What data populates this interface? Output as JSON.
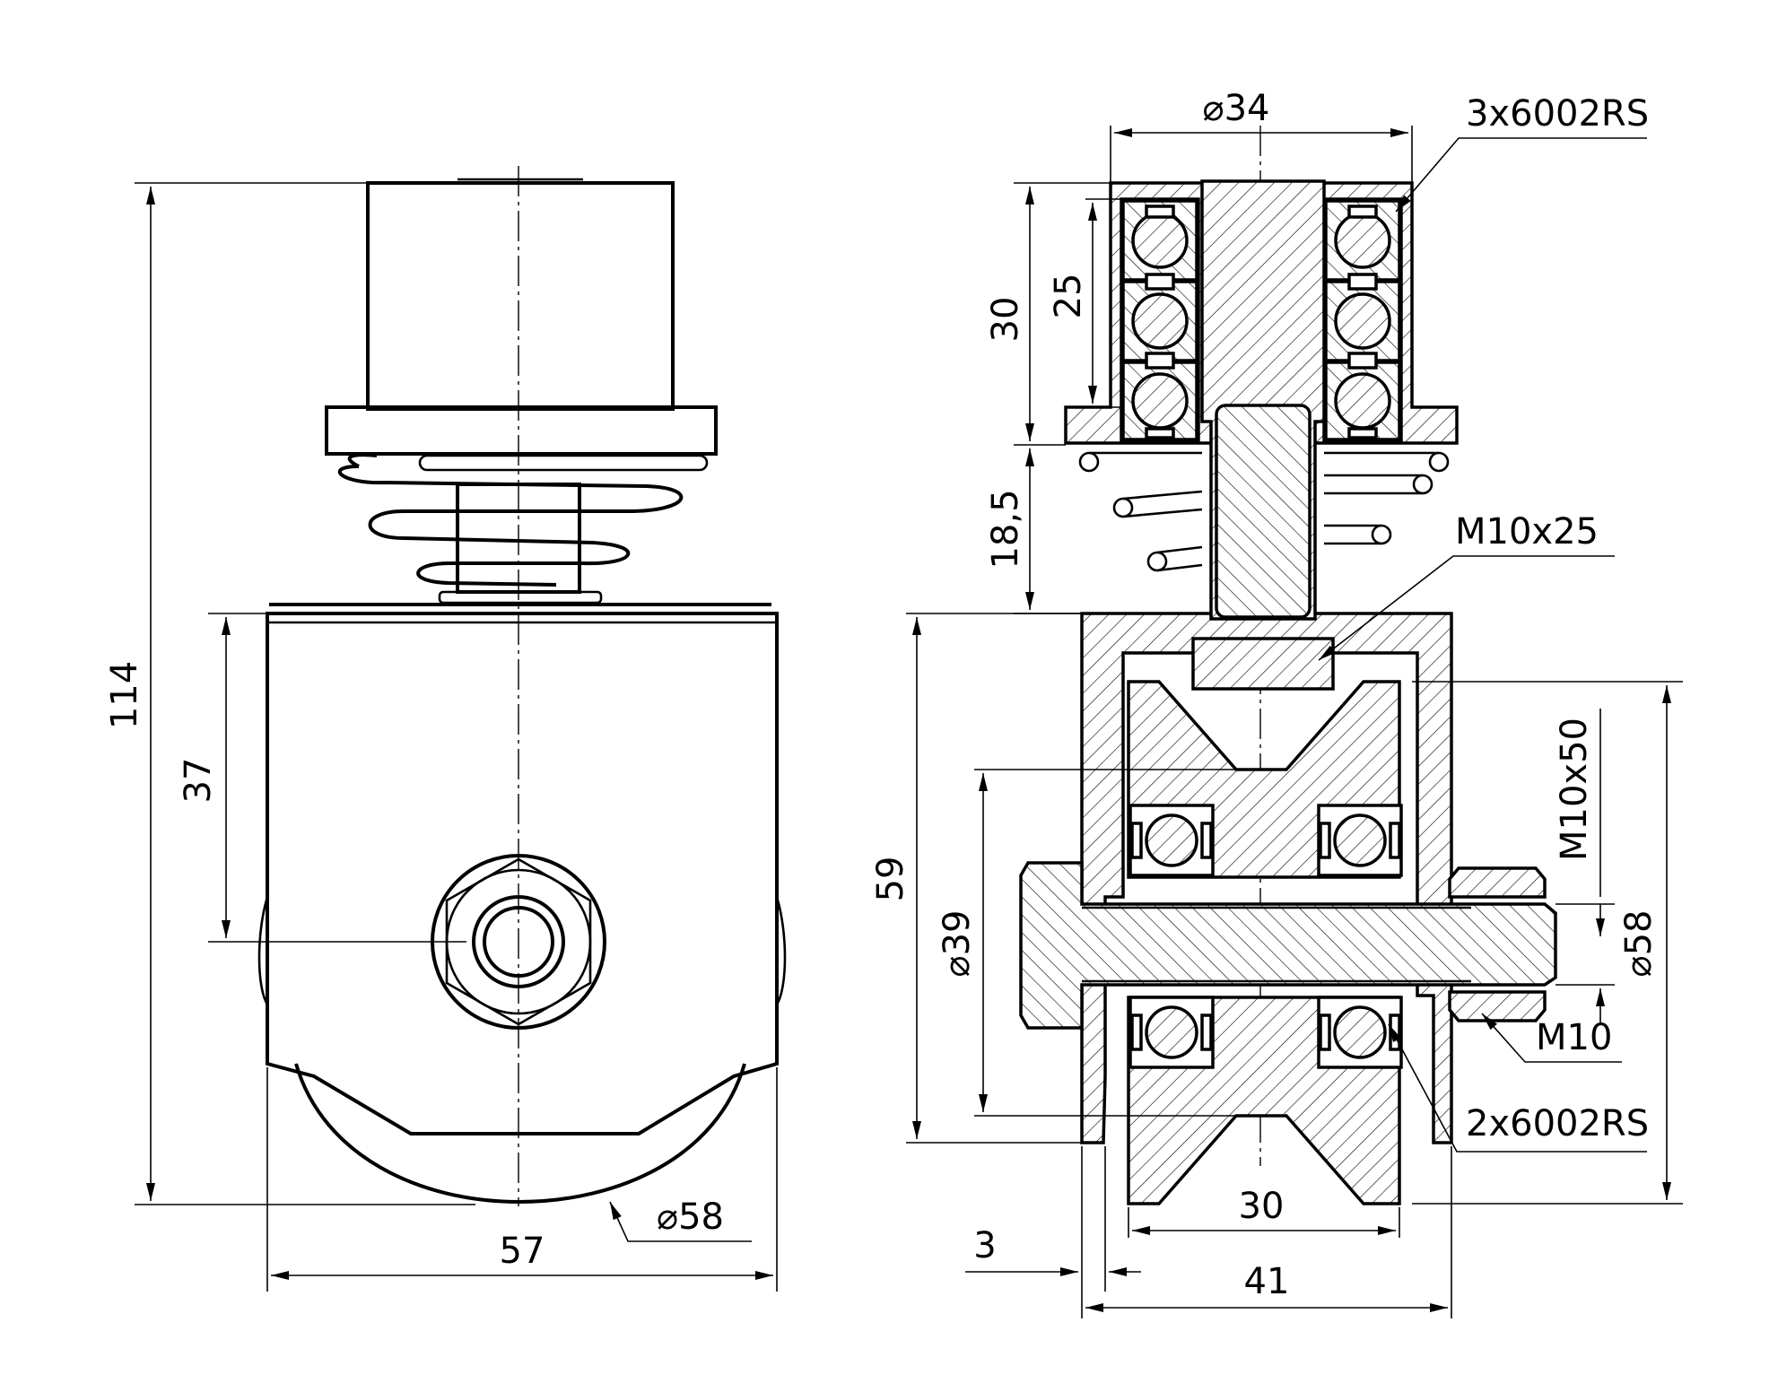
{
  "dimensions": {
    "front_height_total": "114",
    "front_height_axis": "37",
    "front_width": "57",
    "front_wheel_dia": "⌀58",
    "top_dia": "⌀34",
    "top_bearings": "3x6002RS",
    "head_height": "30",
    "bearing_stack_height": "25",
    "spring_height": "18,5",
    "bolt_top": "M10x25",
    "axle_bolt": "M10x50",
    "bracket_height": "59",
    "groove_dia": "⌀39",
    "wheel_dia": "⌀58",
    "nut": "M10",
    "wheel_bearings": "2x6002RS",
    "wheel_width": "30",
    "overall_width": "41",
    "wall": "3"
  }
}
